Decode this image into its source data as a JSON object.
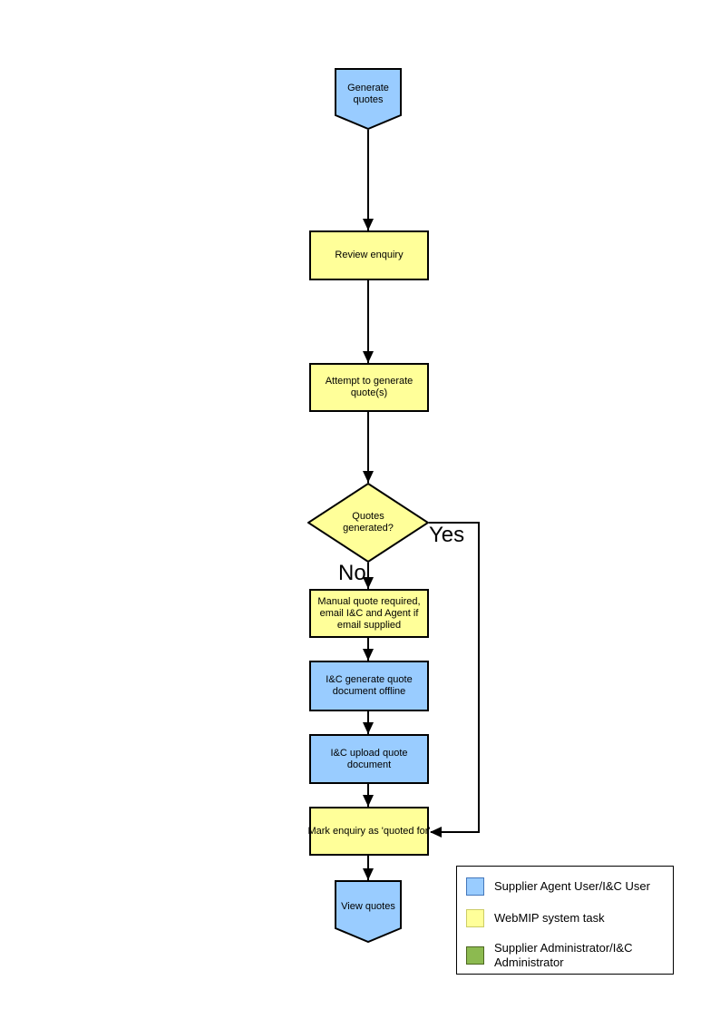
{
  "colors": {
    "user_task": "#99ccff",
    "system_task": "#ffff99",
    "admin_task": "#8cba50",
    "line": "#000000"
  },
  "flow": {
    "nodes": [
      {
        "id": "start",
        "type": "pentagon-down",
        "category": "user",
        "label": "Generate quotes"
      },
      {
        "id": "review",
        "type": "process",
        "category": "system",
        "label": "Review enquiry"
      },
      {
        "id": "attempt",
        "type": "process",
        "category": "system",
        "label": "Attempt to generate quote(s)"
      },
      {
        "id": "decision",
        "type": "decision",
        "category": "system",
        "label": "Quotes generated?"
      },
      {
        "id": "manual",
        "type": "process",
        "category": "system",
        "label": "Manual quote required, email I&C and Agent if email supplied"
      },
      {
        "id": "generate-offline",
        "type": "process",
        "category": "user",
        "label": "I&C generate quote document offline"
      },
      {
        "id": "upload",
        "type": "process",
        "category": "user",
        "label": "I&C upload quote document"
      },
      {
        "id": "mark",
        "type": "process",
        "category": "system",
        "label": "Mark enquiry as 'quoted for'"
      },
      {
        "id": "end",
        "type": "pentagon-down",
        "category": "user",
        "label": "View quotes"
      }
    ],
    "edge_labels": {
      "yes": "Yes",
      "no": "No"
    }
  },
  "legend": {
    "items": [
      {
        "color": "#99ccff",
        "label": "Supplier Agent User/I&C User"
      },
      {
        "color": "#ffff99",
        "label": "WebMIP system task"
      },
      {
        "color": "#8cba50",
        "label": "Supplier Administrator/I&C Administrator"
      }
    ]
  }
}
